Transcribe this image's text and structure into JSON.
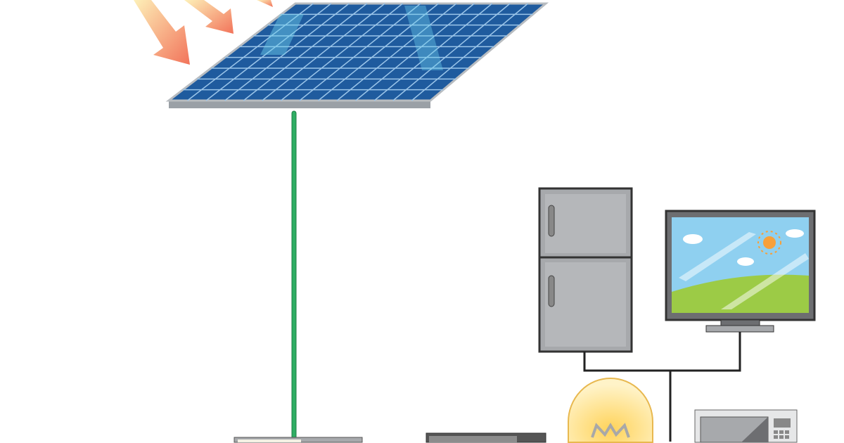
{
  "colors": {
    "panel_blue": "#1f5b9e",
    "panel_grid": "#9cc6ea",
    "panel_frame": "#9aa0a6",
    "wire_green": "#2fae63",
    "wire_black": "#222222",
    "appliance_gray": "#a7a9ac",
    "sky": "#8fd0f0",
    "grass": "#9ccb46",
    "sun": "#f7a03a",
    "bulb": "#ffe08a",
    "arrow_start": "#fde7a0",
    "arrow_end": "#f2735a"
  },
  "icons": [
    "sun-ray-arrows",
    "solar-panel",
    "refrigerator",
    "television",
    "light-bulb",
    "microwave",
    "inverter",
    "battery"
  ]
}
